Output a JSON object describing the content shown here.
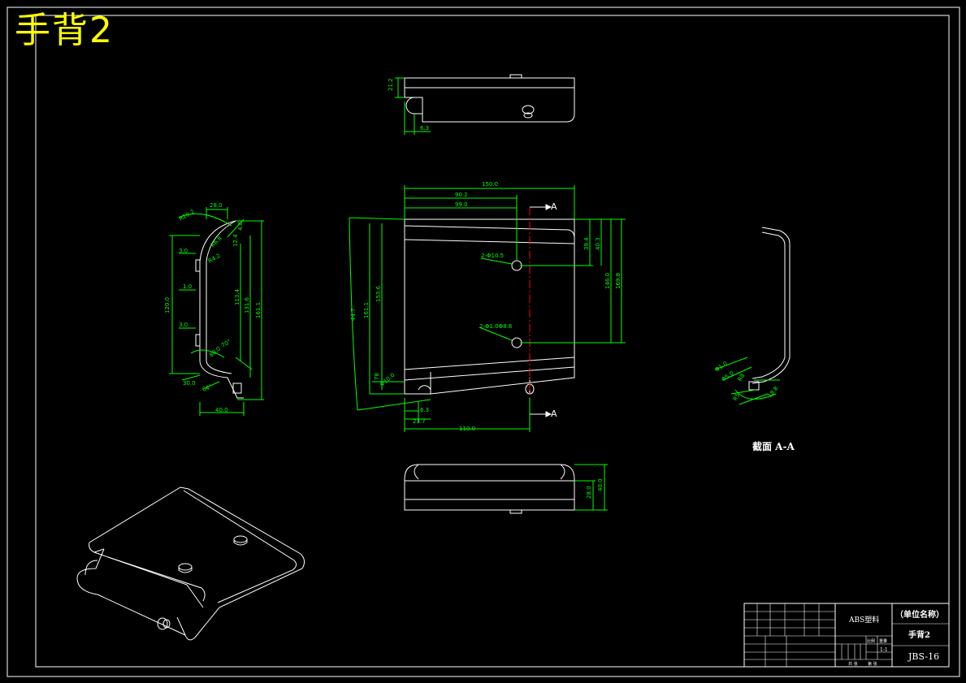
{
  "title": "手背2",
  "section_label": "截面 A-A",
  "section_marker": "A",
  "colors": {
    "background": "#000000",
    "outline": "#ffffff",
    "dimension": "#00ff00",
    "centerline": "#ff0000",
    "title": "#ffff00"
  },
  "top_view": {
    "dims": [
      "21.2",
      "6.3"
    ]
  },
  "front_view": {
    "dims_h": [
      "150.0",
      "90.2",
      "99.0",
      "110.0",
      "6.3",
      "23.7"
    ],
    "dims_v": [
      "39.4",
      "40.3",
      "146.0",
      "169.8",
      "153.6",
      "161.1",
      "44.7"
    ],
    "holes": [
      "2-Φ10.5",
      "2-Φ1.0Φ8.8"
    ],
    "misc": [
      "78",
      "Φ10.0"
    ]
  },
  "side_view": {
    "dims": [
      "28.0",
      "3.0",
      "1.0",
      "3.0",
      "120.0",
      "113.4",
      "131.6",
      "161.1",
      "40.0",
      "30.0",
      "R10.2",
      "R6.8",
      "R4.2",
      "12.4",
      "4.8",
      "80.0",
      "70°",
      "64°"
    ]
  },
  "bottom_view": {
    "dims": [
      "40.0",
      "28.0"
    ]
  },
  "section_view": {
    "dims": [
      "Φ1.0",
      "Φ5.0",
      "R5",
      "R8",
      "18.8"
    ]
  },
  "title_block": {
    "material": "ABS塑料",
    "company": "（单位名称）",
    "part_name": "手背2",
    "drawing_no": "JBS-16",
    "scale_label": "比例",
    "weight_label": "重量",
    "scale_value": "1:1",
    "sheets_total": "共 张",
    "sheet_no": "第 张"
  }
}
